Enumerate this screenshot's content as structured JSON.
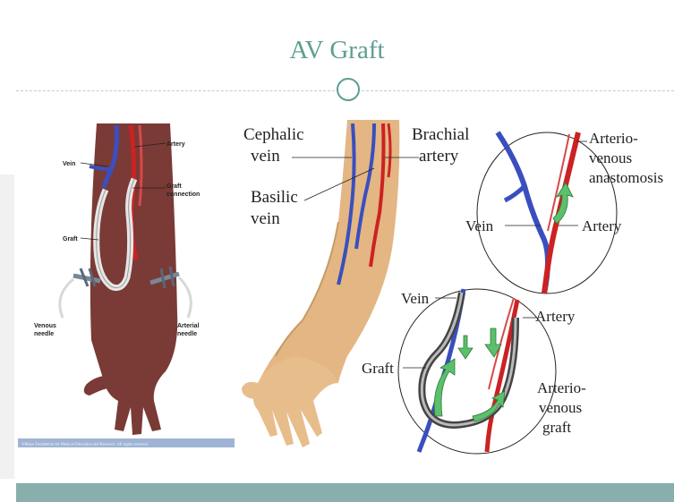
{
  "slide": {
    "title": "AV Graft"
  },
  "left_figure": {
    "labels": {
      "artery": "Artery",
      "vein": "Vein",
      "graft_connection_1": "Graft",
      "graft_connection_2": "connection",
      "graft": "Graft",
      "venous_needle_1": "Venous",
      "venous_needle_2": "needle",
      "arterial_needle_1": "Arterial",
      "arterial_needle_2": "needle"
    },
    "copyright": "©Mayo Foundation for Medical Education and Research. All rights reserved."
  },
  "middle_figure": {
    "labels": {
      "cephalic_1": "Cephalic",
      "cephalic_2": "vein",
      "basilic_1": "Basilic",
      "basilic_2": "vein",
      "brachial_1": "Brachial",
      "brachial_2": "artery"
    }
  },
  "top_circle": {
    "labels": {
      "av_1": "Arterio-",
      "av_2": "venous",
      "av_3": "anastomosis",
      "vein": "Vein",
      "artery": "Artery"
    }
  },
  "bottom_circle": {
    "labels": {
      "vein": "Vein",
      "artery": "Artery",
      "graft": "Graft",
      "avg_1": "Arterio-",
      "avg_2": "venous",
      "avg_3": "graft"
    }
  },
  "colors": {
    "title": "#5f9d92",
    "footer": "#88afab",
    "artery": "#cc2222",
    "vein": "#3a4fbf",
    "skin_left": "#7a3a36",
    "skin_middle": "#e3b683",
    "arrow": "#5cc06a"
  }
}
